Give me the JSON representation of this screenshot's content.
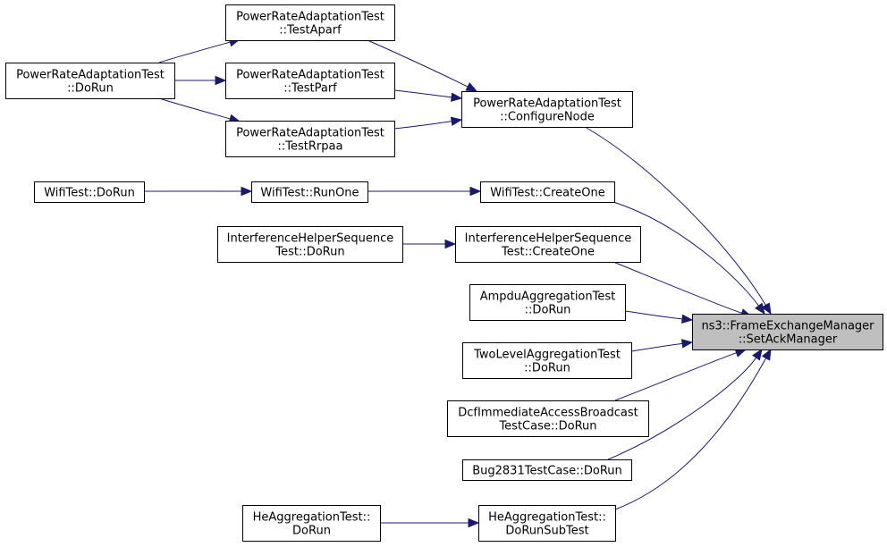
{
  "graph": {
    "nodes": [
      {
        "id": "pra_dorun",
        "lines": [
          "PowerRateAdaptationTest",
          "::DoRun"
        ]
      },
      {
        "id": "testaparf",
        "lines": [
          "PowerRateAdaptationTest",
          "::TestAparf"
        ]
      },
      {
        "id": "testparf",
        "lines": [
          "PowerRateAdaptationTest",
          "::TestParf"
        ]
      },
      {
        "id": "testrrpaa",
        "lines": [
          "PowerRateAdaptationTest",
          "::TestRrpaa"
        ]
      },
      {
        "id": "configurenode",
        "lines": [
          "PowerRateAdaptationTest",
          "::ConfigureNode"
        ]
      },
      {
        "id": "wifitest_dorun",
        "lines": [
          "WifiTest::DoRun"
        ]
      },
      {
        "id": "wifitest_runone",
        "lines": [
          "WifiTest::RunOne"
        ]
      },
      {
        "id": "wifitest_createone",
        "lines": [
          "WifiTest::CreateOne"
        ]
      },
      {
        "id": "ihs_dorun",
        "lines": [
          "InterferenceHelperSequence",
          "Test::DoRun"
        ]
      },
      {
        "id": "ihs_createone",
        "lines": [
          "InterferenceHelperSequence",
          "Test::CreateOne"
        ]
      },
      {
        "id": "ampdu_dorun",
        "lines": [
          "AmpduAggregationTest",
          "::DoRun"
        ]
      },
      {
        "id": "twolevel_dorun",
        "lines": [
          "TwoLevelAggregationTest",
          "::DoRun"
        ]
      },
      {
        "id": "dcf_dorun",
        "lines": [
          "DcfImmediateAccessBroadcast",
          "TestCase::DoRun"
        ]
      },
      {
        "id": "bug2831_dorun",
        "lines": [
          "Bug2831TestCase::DoRun"
        ]
      },
      {
        "id": "heagg_dorun",
        "lines": [
          "HeAggregationTest::",
          "DoRun"
        ]
      },
      {
        "id": "heagg_dorunsubtest",
        "lines": [
          "HeAggregationTest::",
          "DoRunSubTest"
        ]
      },
      {
        "id": "setackmanager",
        "lines": [
          "ns3::FrameExchangeManager",
          "::SetAckManager"
        ],
        "focus": true
      }
    ],
    "edges": [
      {
        "from": "pra_dorun",
        "to": "testaparf"
      },
      {
        "from": "pra_dorun",
        "to": "testparf"
      },
      {
        "from": "pra_dorun",
        "to": "testrrpaa"
      },
      {
        "from": "testaparf",
        "to": "configurenode"
      },
      {
        "from": "testparf",
        "to": "configurenode"
      },
      {
        "from": "testrrpaa",
        "to": "configurenode"
      },
      {
        "from": "configurenode",
        "to": "setackmanager"
      },
      {
        "from": "wifitest_dorun",
        "to": "wifitest_runone"
      },
      {
        "from": "wifitest_runone",
        "to": "wifitest_createone"
      },
      {
        "from": "wifitest_createone",
        "to": "setackmanager"
      },
      {
        "from": "ihs_dorun",
        "to": "ihs_createone"
      },
      {
        "from": "ihs_createone",
        "to": "setackmanager"
      },
      {
        "from": "ampdu_dorun",
        "to": "setackmanager"
      },
      {
        "from": "twolevel_dorun",
        "to": "setackmanager"
      },
      {
        "from": "dcf_dorun",
        "to": "setackmanager"
      },
      {
        "from": "bug2831_dorun",
        "to": "setackmanager"
      },
      {
        "from": "heagg_dorun",
        "to": "heagg_dorunsubtest"
      },
      {
        "from": "heagg_dorunsubtest",
        "to": "setackmanager"
      }
    ],
    "colors": {
      "edge": "#191970",
      "node_fill": "#ffffff",
      "focus_fill": "#bfbfbf",
      "border": "#000000"
    }
  }
}
